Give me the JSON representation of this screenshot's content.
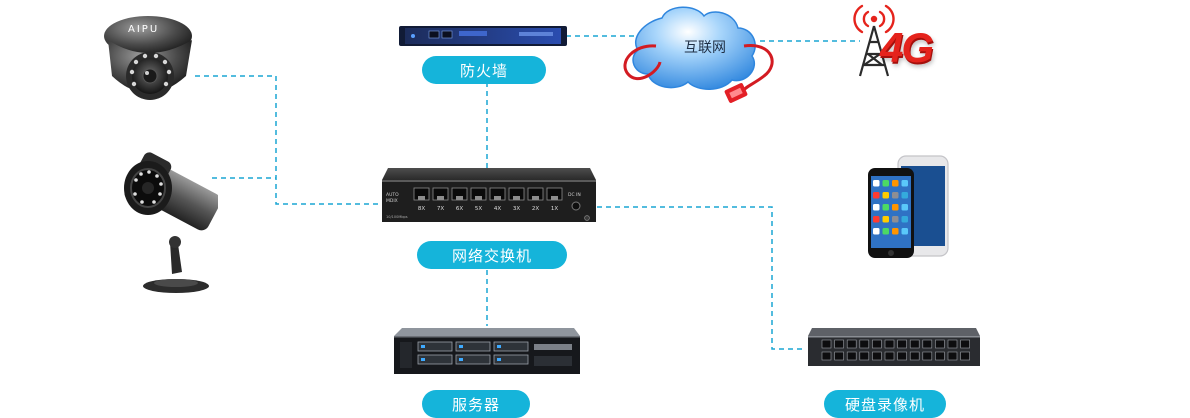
{
  "camera_brand": "AIPU",
  "nodes": {
    "firewall": {
      "label": "防火墙"
    },
    "switch": {
      "label": "网络交换机"
    },
    "server": {
      "label": "服务器"
    },
    "nvr": {
      "label": "硬盘录像机"
    },
    "internet": {
      "label": "互联网"
    },
    "cellular": {
      "label": "4G"
    }
  },
  "switch_panel": {
    "port_labels": [
      "8X",
      "7X",
      "6X",
      "5X",
      "4X",
      "3X",
      "2X",
      "1X"
    ],
    "left_text": "AUTO",
    "left_text2": "MDIX",
    "spec_text": "10/100Mbps",
    "power_text": "DC IN"
  },
  "colors": {
    "label_pill": "#15b4da",
    "link_line": "#1aa6d4",
    "cellular_text": "#e5231c",
    "cloud": "#3c9ae6",
    "cable": "#e31f26"
  }
}
